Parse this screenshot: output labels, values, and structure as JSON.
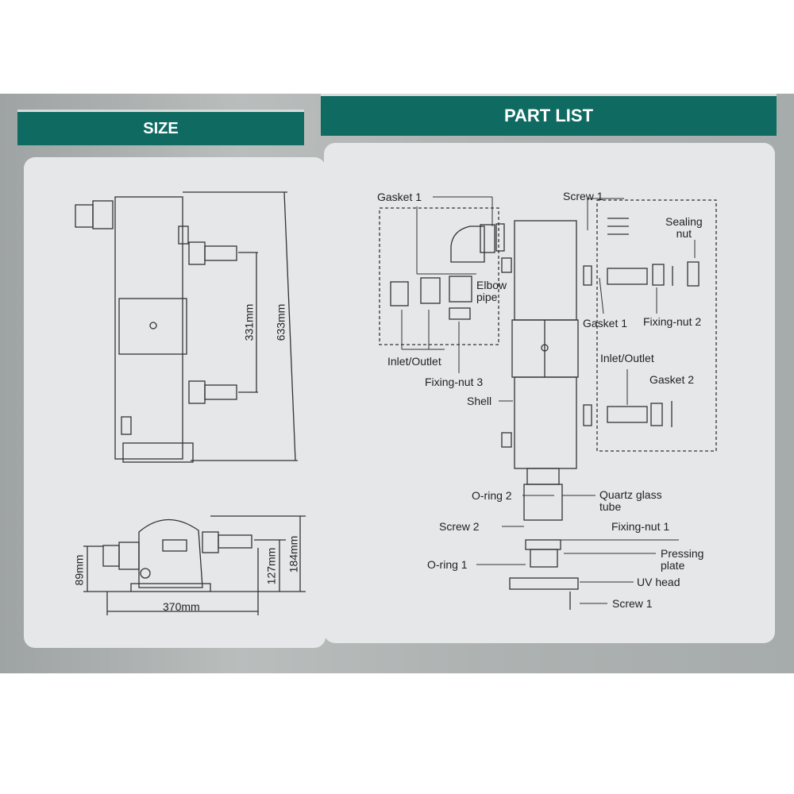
{
  "size_section": {
    "title": "SIZE",
    "dimensions": {
      "spacing": "331mm",
      "length": "633mm",
      "base_height": "89mm",
      "port_height": "127mm",
      "total_height": "184mm",
      "width": "370mm"
    }
  },
  "part_list_section": {
    "title": "PART LIST",
    "labels": {
      "gasket_1_top": "Gasket 1",
      "screw_1_top": "Screw 1",
      "sealing_nut": "Sealing\nnut",
      "elbow_pipe": "Elbow\npipe",
      "gasket_1_right": "Gasket 1",
      "fixing_nut_2": "Fixing-nut 2",
      "inlet_outlet_left": "Inlet/Outlet",
      "fixing_nut_3": "Fixing-nut 3",
      "shell": "Shell",
      "inlet_outlet_right": "Inlet/Outlet",
      "gasket_2": "Gasket 2",
      "o_ring_2": "O-ring 2",
      "quartz_glass_tube": "Quartz glass\ntube",
      "screw_2": "Screw 2",
      "fixing_nut_1": "Fixing-nut 1",
      "pressing_plate": "Pressing\nplate",
      "o_ring_1": "O-ring 1",
      "uv_head": "UV head",
      "screw_1_bottom": "Screw 1"
    }
  },
  "colors": {
    "header": "#0f6b62",
    "panel": "#e6e7e9",
    "background": "#aeb3b2"
  }
}
